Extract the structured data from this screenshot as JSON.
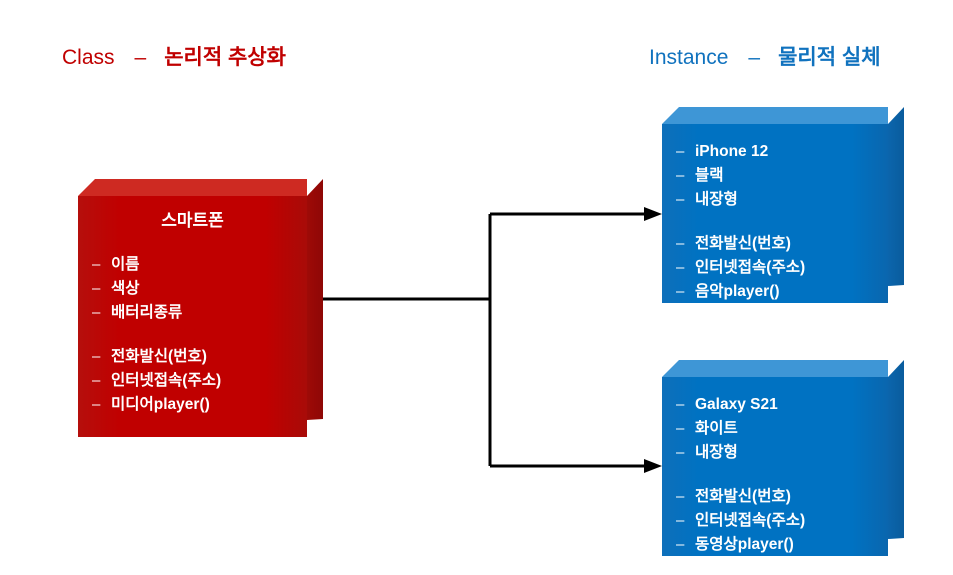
{
  "headings": {
    "class": {
      "term": "Class",
      "separator": "–",
      "description": "논리적 추상화",
      "color": "#C00000"
    },
    "instance": {
      "term": "Instance",
      "separator": "–",
      "description": "물리적 실체",
      "color": "#1072BE"
    }
  },
  "class_box": {
    "title": "스마트폰",
    "color": "#C00000",
    "attributes": [
      "이름",
      "색상",
      "배터리종류"
    ],
    "methods": [
      "전화발신(번호)",
      "인터넷접속(주소)",
      "미디어player()"
    ],
    "dash": "–"
  },
  "instances": [
    {
      "id": "iphone",
      "color": "#0072C2",
      "attributes": [
        "iPhone 12",
        "블랙",
        "내장형"
      ],
      "methods": [
        "전화발신(번호)",
        "인터넷접속(주소)",
        "음악player()"
      ],
      "dash": "–"
    },
    {
      "id": "galaxy",
      "color": "#0072C2",
      "attributes": [
        "Galaxy S21",
        "화이트",
        "내장형"
      ],
      "methods": [
        "전화발신(번호)",
        "인터넷접속(주소)",
        "동영상player()"
      ],
      "dash": "–"
    }
  ],
  "connector": {
    "color": "#000000",
    "style": "branching-arrow",
    "arrow_count": 2
  }
}
